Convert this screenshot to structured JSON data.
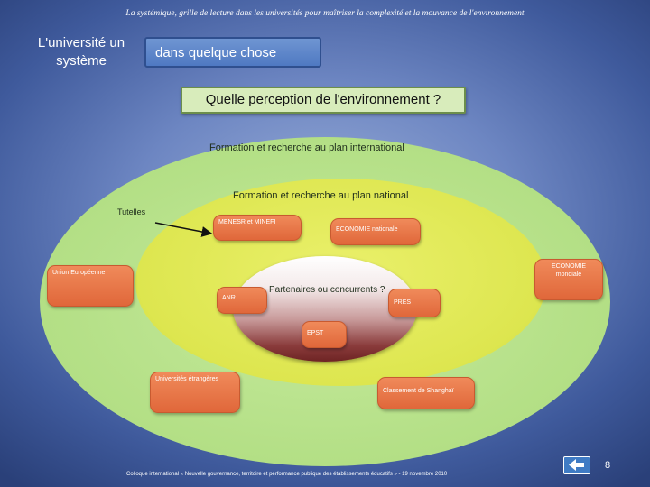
{
  "header": {
    "subtitle": "La systémique, grille de lecture dans les universités pour maîtriser la complexité et la mouvance de l'environnement"
  },
  "title_left": "L'université un système",
  "title_box": "dans quelque chose",
  "question": "Quelle perception de l'environnement ?",
  "rings": {
    "outer_label": "Formation et recherche au plan international",
    "middle_label": "Formation et recherche au plan national",
    "inner_label": "Partenaires ou concurrents ?"
  },
  "tutelles": "Tutelles",
  "boxes": {
    "menesr": "MENESR et MINEFI",
    "economie_nationale": "ECONOMIE nationale",
    "union_europeenne": "Union Européenne",
    "economie_mondiale": "ECONOMIE mondiale",
    "anr": "ANR",
    "pres": "PRES",
    "epst": "EPST",
    "universites_etrangeres": "Universités étrangères",
    "classement": "Classement de Shanghaï"
  },
  "footer": {
    "text": "Colloque international « Nouvelle gouvernance, territoire et performance publique des établissements éducatifs » - 19 novembre 2010",
    "page_number": "8"
  },
  "colors": {
    "background": "#6d86c2",
    "outer_ring": "#b3df85",
    "middle_ring": "#dde64f",
    "inner_core": "#8a3b3b",
    "orange_box": "#e0673a",
    "title_box": "#4f79c2",
    "question_box": "#d8ecbb"
  }
}
